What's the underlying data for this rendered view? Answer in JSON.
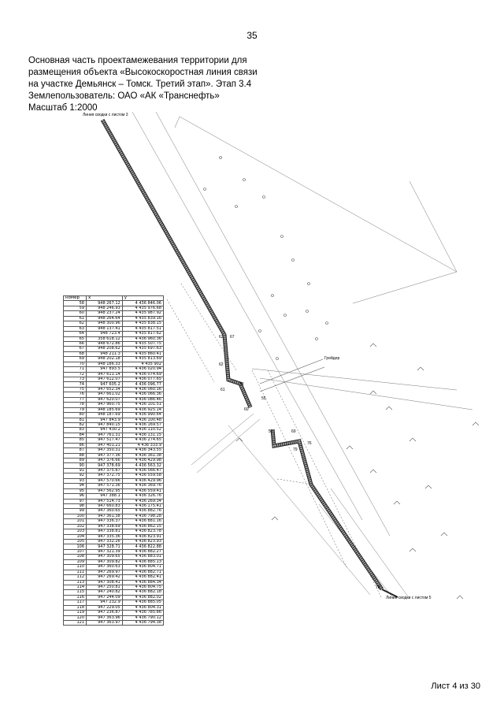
{
  "page_number": "35",
  "title_lines": [
    "Основная часть проектамежевания территории для",
    "размещения объекта «Высокоскоростная линия связи",
    "на участке Демьянск – Томск. Третий этап». Этап 3.4",
    "Землепользователь: ОАО «АК «Транснефть»",
    "Масштаб 1:2000"
  ],
  "map": {
    "top_label": "Линия сводки с листом 3",
    "bottom_label": "Линия сводки с листом 5",
    "road_label": "Грейдер",
    "point_labels": [
      "63",
      "67",
      "62",
      "61",
      "58",
      "60",
      "55",
      "57",
      "69",
      "79",
      "76",
      "78"
    ]
  },
  "table": {
    "headers": [
      "номер",
      "x",
      "y"
    ],
    "rows": [
      [
        "58",
        "948 267.12",
        "4 436 846.06"
      ],
      [
        "59",
        "948 246.93",
        "4 435 976.68"
      ],
      [
        "60",
        "948 237.24",
        "4 435 987.92"
      ],
      [
        "61",
        "948 264.64",
        "4 435 839.16"
      ],
      [
        "62",
        "948 300.96",
        "4 435 838.15"
      ],
      [
        "63",
        "948 137.41",
        "4 435 817.51"
      ],
      [
        "64",
        "948 723.4",
        "4 435 817.62"
      ],
      [
        "65",
        "358 618.12",
        "4 436 960.36"
      ],
      [
        "66",
        "948 672.86",
        "4 435 507.75"
      ],
      [
        "67",
        "948 208.62",
        "4 435 697.63"
      ],
      [
        "68",
        "948 211.3",
        "4 435 860.41"
      ],
      [
        "69",
        "948 202.18",
        "4 435 813.69"
      ],
      [
        "70",
        "948 186.33",
        "4 435 902"
      ],
      [
        "71",
        "947 893.5",
        "4 436 020.94"
      ],
      [
        "72",
        "947 611.14",
        "4 436 074.69"
      ],
      [
        "73",
        "947 612.07",
        "4 436 077.65"
      ],
      [
        "74",
        "947 605.2",
        "4 436 096.77"
      ],
      [
        "75",
        "947 652.34",
        "4 436 060.16"
      ],
      [
        "76",
        "947 661.02",
        "4 436 066.36"
      ],
      [
        "77",
        "947 620.07",
        "4 436 086.46"
      ],
      [
        "78",
        "947 960.75",
        "4 436 101.51"
      ],
      [
        "79",
        "948 185.69",
        "4 436 925.14"
      ],
      [
        "80",
        "948 187.69",
        "4 436 990.64"
      ],
      [
        "81",
        "947 843.9",
        "4 436 100.48"
      ],
      [
        "82",
        "947 840.15",
        "4 436 169.57"
      ],
      [
        "83",
        "947 430.2",
        "4 436 110.52"
      ],
      [
        "84",
        "947 761.31",
        "4 436 131.15"
      ],
      [
        "85",
        "947 517.47",
        "4 436 274.65"
      ],
      [
        "86",
        "947 401.21",
        "4 436 333.9"
      ],
      [
        "87",
        "947 350.31",
        "4 436 343.55"
      ],
      [
        "88",
        "947 377.36",
        "4 436 361.38"
      ],
      [
        "89",
        "947 376.66",
        "4 436 429.98"
      ],
      [
        "90",
        "947 378.69",
        "4 436 563.32"
      ],
      [
        "91",
        "947 375.87",
        "4 436 566.47"
      ],
      [
        "92",
        "947 372.75",
        "4 436 559.58"
      ],
      [
        "93",
        "947 570.66",
        "4 436 429.96"
      ],
      [
        "94",
        "947 571.36",
        "4 436 369.76"
      ],
      [
        "95",
        "947 562.95",
        "4 436 559.41"
      ],
      [
        "96",
        "947 388.1",
        "4 436 326.76"
      ],
      [
        "97",
        "947 514.73",
        "4 436 269.34"
      ],
      [
        "98",
        "947 660.83",
        "4 436 175.41"
      ],
      [
        "99",
        "947 360.65",
        "4 436 882.76"
      ],
      [
        "100",
        "947 361.38",
        "4 436 798.28"
      ],
      [
        "101",
        "947 336.37",
        "4 436 881.16"
      ],
      [
        "102",
        "947 338.69",
        "4 436 862.15"
      ],
      [
        "103",
        "947 338.81",
        "4 436 823.78"
      ],
      [
        "104",
        "947 335.36",
        "4 436 823.91"
      ],
      [
        "105",
        "947 332.26",
        "4 436 823.93"
      ],
      [
        "106",
        "947 328.71",
        "4 436 822.88"
      ],
      [
        "107",
        "947 321.39",
        "4 436 882.27"
      ],
      [
        "108",
        "947 309.65",
        "4 436 883.01"
      ],
      [
        "109",
        "947 309.82",
        "4 436 885.13"
      ],
      [
        "110",
        "947 360.63",
        "4 436 804.71"
      ],
      [
        "111",
        "947 269.97",
        "4 436 882.71"
      ],
      [
        "112",
        "947 269.42",
        "4 436 882.41"
      ],
      [
        "113",
        "947 308.41",
        "4 436 884.34"
      ],
      [
        "114",
        "947 250.81",
        "4 436 804.75"
      ],
      [
        "115",
        "947 240.82",
        "4 436 882.18"
      ],
      [
        "116",
        "947 244.09",
        "4 436 882.02"
      ],
      [
        "117",
        "947 232.9",
        "4 436 885.05"
      ],
      [
        "118",
        "947 229.05",
        "4 436 804.31"
      ],
      [
        "119",
        "947 236.87",
        "4 436 785.86"
      ],
      [
        "120",
        "947 363.96",
        "4 436 790.12"
      ],
      [
        "121",
        "947 363.97",
        "4 436 794.38"
      ]
    ]
  },
  "sheet_label": "Лист 4 из 30"
}
